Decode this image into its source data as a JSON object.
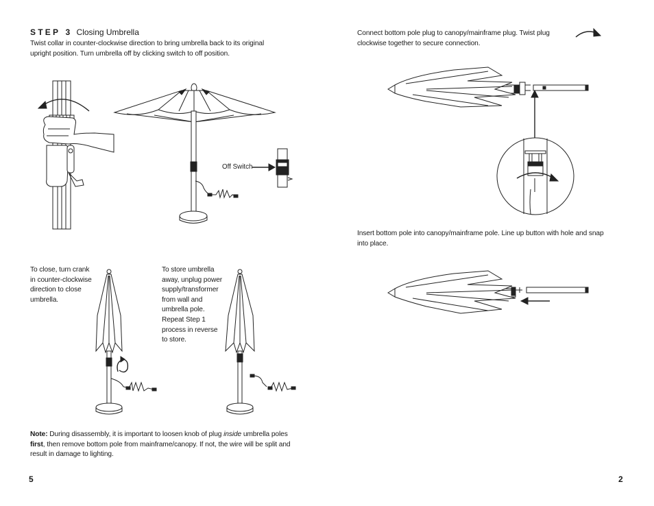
{
  "left_page": {
    "step_label": "STEP",
    "step_number": "3",
    "step_title": "Closing Umbrella",
    "step_instructions": "Twist collar in counter-clockwise direction to bring umbrella back to its original upright position. Turn umbrella off by clicking switch to off position.",
    "off_switch_label": "Off Switch",
    "close_instructions": "To close, turn crank in counter-clockwise direction to close umbrella.",
    "store_instructions": "To store umbrella away, unplug power supply/transformer from wall and umbrella pole. Repeat Step 1 process in reverse to store.",
    "note": {
      "label": "Note:",
      "text_before_inside": " During disassembly, it is important to loosen knob of plug ",
      "inside_word": "inside",
      "text_before_first": " umbrella poles ",
      "first_word": "first",
      "text_after": ", then remove bottom pole from mainframe/canopy. If not, the wire will be split and result in damage to lighting."
    },
    "page_number": "5"
  },
  "right_page": {
    "connect_instructions": "Connect bottom pole plug to canopy/mainframe plug. Twist plug clockwise together to secure connection.",
    "insert_instructions": "Insert bottom pole into canopy/mainframe pole. Line up button with hole and snap into place.",
    "page_number": "2"
  },
  "illustrations": [
    "hand-twisting-collar-illustration",
    "open-umbrella-illustration",
    "off-switch-detail-illustration",
    "closed-umbrella-crank-illustration",
    "closed-umbrella-unplugged-illustration",
    "plug-connection-illustration",
    "plug-detail-circle-illustration",
    "pole-insertion-illustration"
  ]
}
